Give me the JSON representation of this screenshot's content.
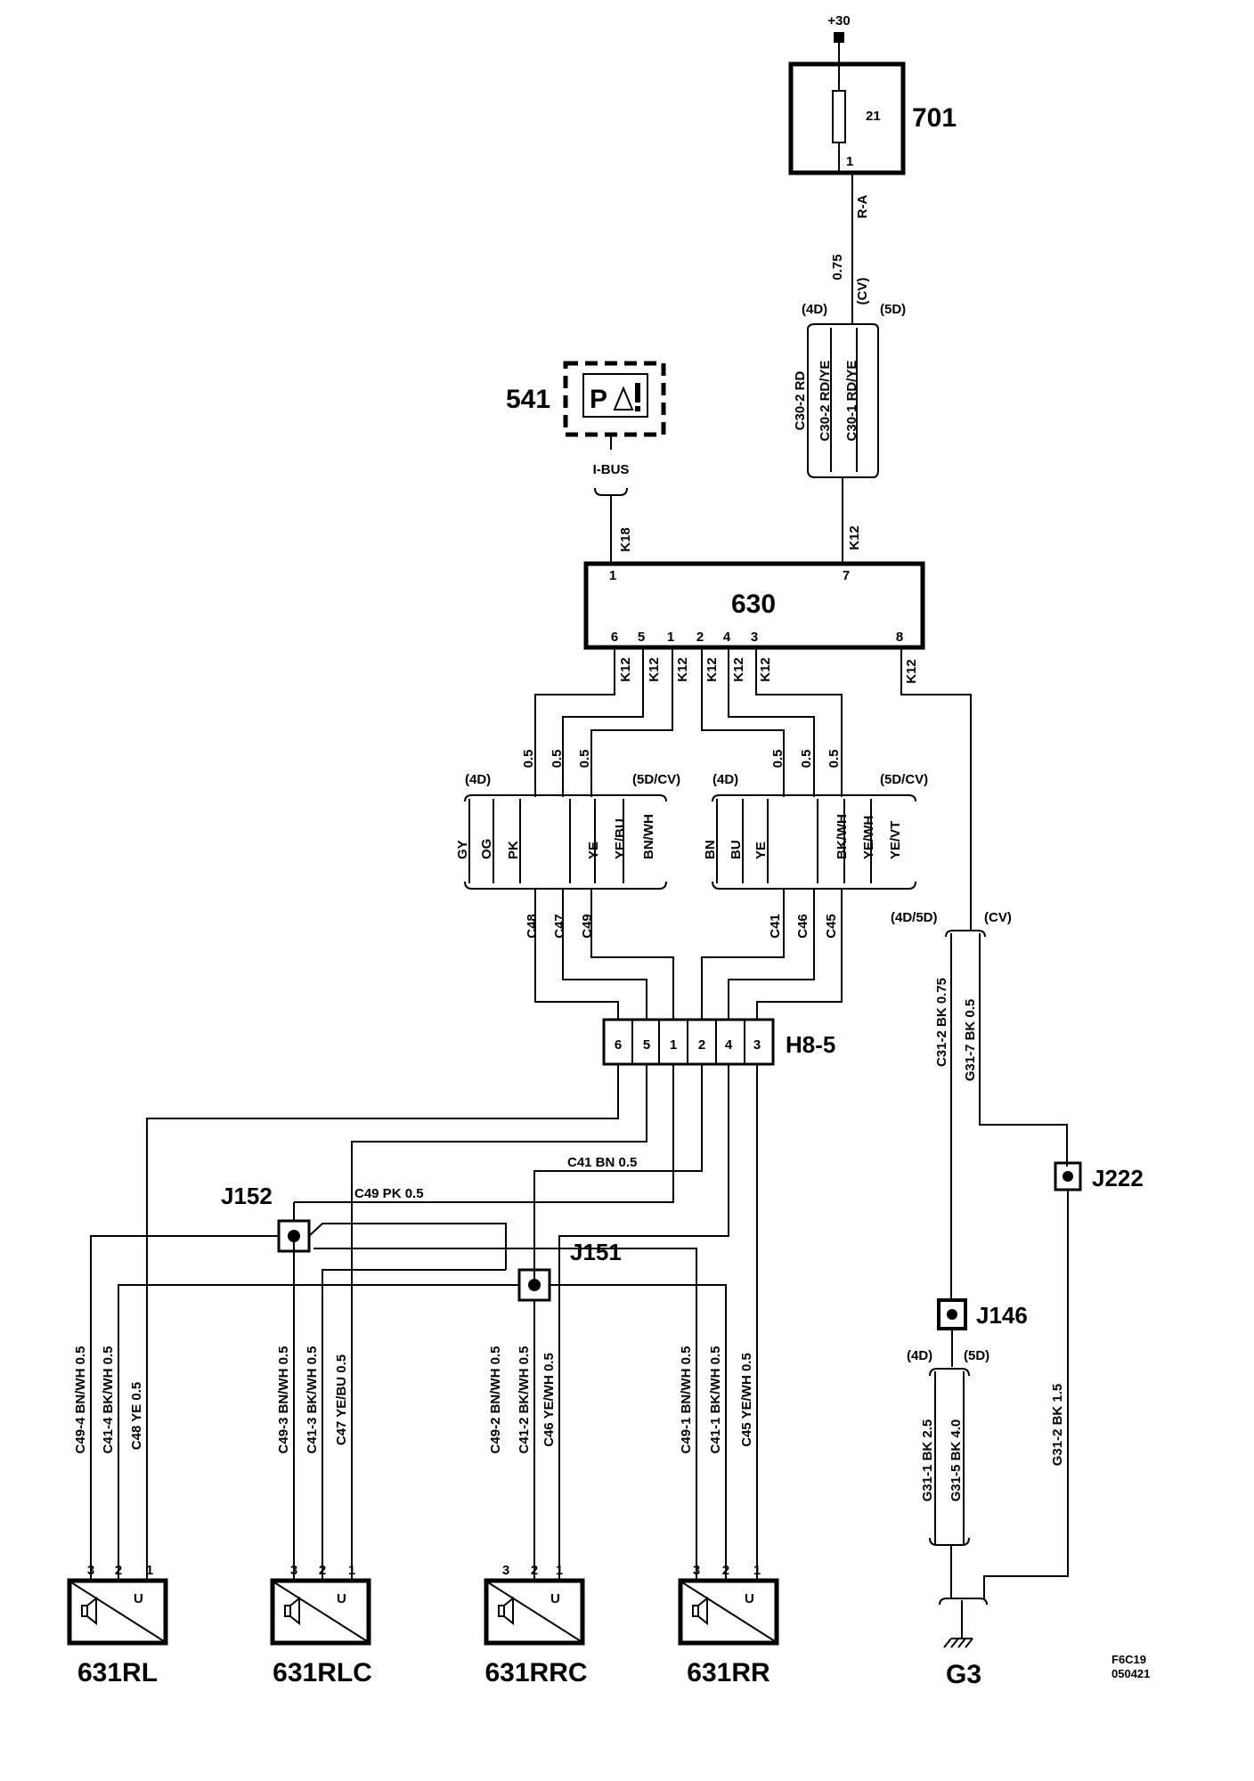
{
  "supply": {
    "label": "+30"
  },
  "fuse_box": {
    "id": "701",
    "fuse_no": "21",
    "pin": "1",
    "wire": "R-A",
    "size": "0.75",
    "variant_cv": "(CV)"
  },
  "top_harness": {
    "left_tag": "(4D)",
    "right_tag": "(5D)",
    "wires": [
      "C30-2  RD",
      "C30-2  RD/YE",
      "C30-1  RD/YE"
    ],
    "trunk": "K12"
  },
  "display": {
    "id": "541",
    "bus": "I-BUS",
    "trunk": "K18"
  },
  "module": {
    "id": "630",
    "pin_top_left": "1",
    "pin_top_right": "7",
    "bottom_pins": [
      "6",
      "5",
      "1",
      "2",
      "4",
      "3"
    ],
    "pin_8": "8",
    "wire_code": "K12"
  },
  "left_group": {
    "left_tag": "(4D)",
    "right_tag": "(5D/CV)",
    "sizes": [
      "0.5",
      "0.5",
      "0.5"
    ],
    "colors": [
      "GY",
      "OG",
      "PK",
      "YE",
      "YE/BU",
      "BN/WH"
    ],
    "connectors": [
      "C48",
      "C47",
      "C49"
    ]
  },
  "right_group": {
    "left_tag": "(4D)",
    "right_tag": "(5D/CV)",
    "sizes": [
      "0.5",
      "0.5",
      "0.5"
    ],
    "colors": [
      "BN",
      "BU",
      "YE",
      "BK/WH",
      "YE/WH",
      "YE/VT"
    ],
    "connectors": [
      "C41",
      "C46",
      "C45"
    ]
  },
  "joint_connector": {
    "id": "H8-5",
    "pins": [
      "6",
      "5",
      "1",
      "2",
      "4",
      "3"
    ]
  },
  "splices": {
    "j152": "J152",
    "j151": "J151",
    "j222": "J222",
    "j146": "J146"
  },
  "mid_wires": {
    "c41": "C41 BN 0.5",
    "c49": "C49   PK    0.5"
  },
  "ground_branch": {
    "tag_left": "(4D/5D)",
    "tag_right": "(CV)",
    "wire_a": "C31-2  BK  0.75",
    "wire_b": "G31-7  BK  0.5",
    "j146_left": "(4D)",
    "j146_right": "(5D)",
    "wire_c": "G31-1 BK   2.5",
    "wire_d": "G31-5  BK  4.0",
    "wire_e": "G31-2  BK 1.5",
    "ground": "G3"
  },
  "speakers": [
    {
      "id": "631RL",
      "wires": [
        "C49-4  BN/WH   0.5",
        "C41-4  BK/WH  0.5",
        "C48  YE  0.5"
      ],
      "pins": [
        "3",
        "2",
        "1"
      ],
      "u": "U"
    },
    {
      "id": "631RLC",
      "wires": [
        "C49-3  BN/WH  0.5",
        "C41-3  BK/WH  0.5",
        "C47  YE/BU  0.5"
      ],
      "pins": [
        "3",
        "2",
        "1"
      ],
      "u": "U"
    },
    {
      "id": "631RRC",
      "wires": [
        "C49-2  BN/WH  0.5",
        "C41-2  BK/WH  0.5",
        "C46  YE/WH  0.5"
      ],
      "pins": [
        "3",
        "2",
        "1"
      ],
      "u": "U"
    },
    {
      "id": "631RR",
      "wires": [
        "C49-1  BN/WH 0.5",
        "C41-1  BK/WH 0.5",
        "C45  YE/WH  0.5"
      ],
      "pins": [
        "3",
        "2",
        "1"
      ],
      "u": "U"
    }
  ],
  "footer": {
    "code": "F6C19",
    "date": "050421"
  }
}
